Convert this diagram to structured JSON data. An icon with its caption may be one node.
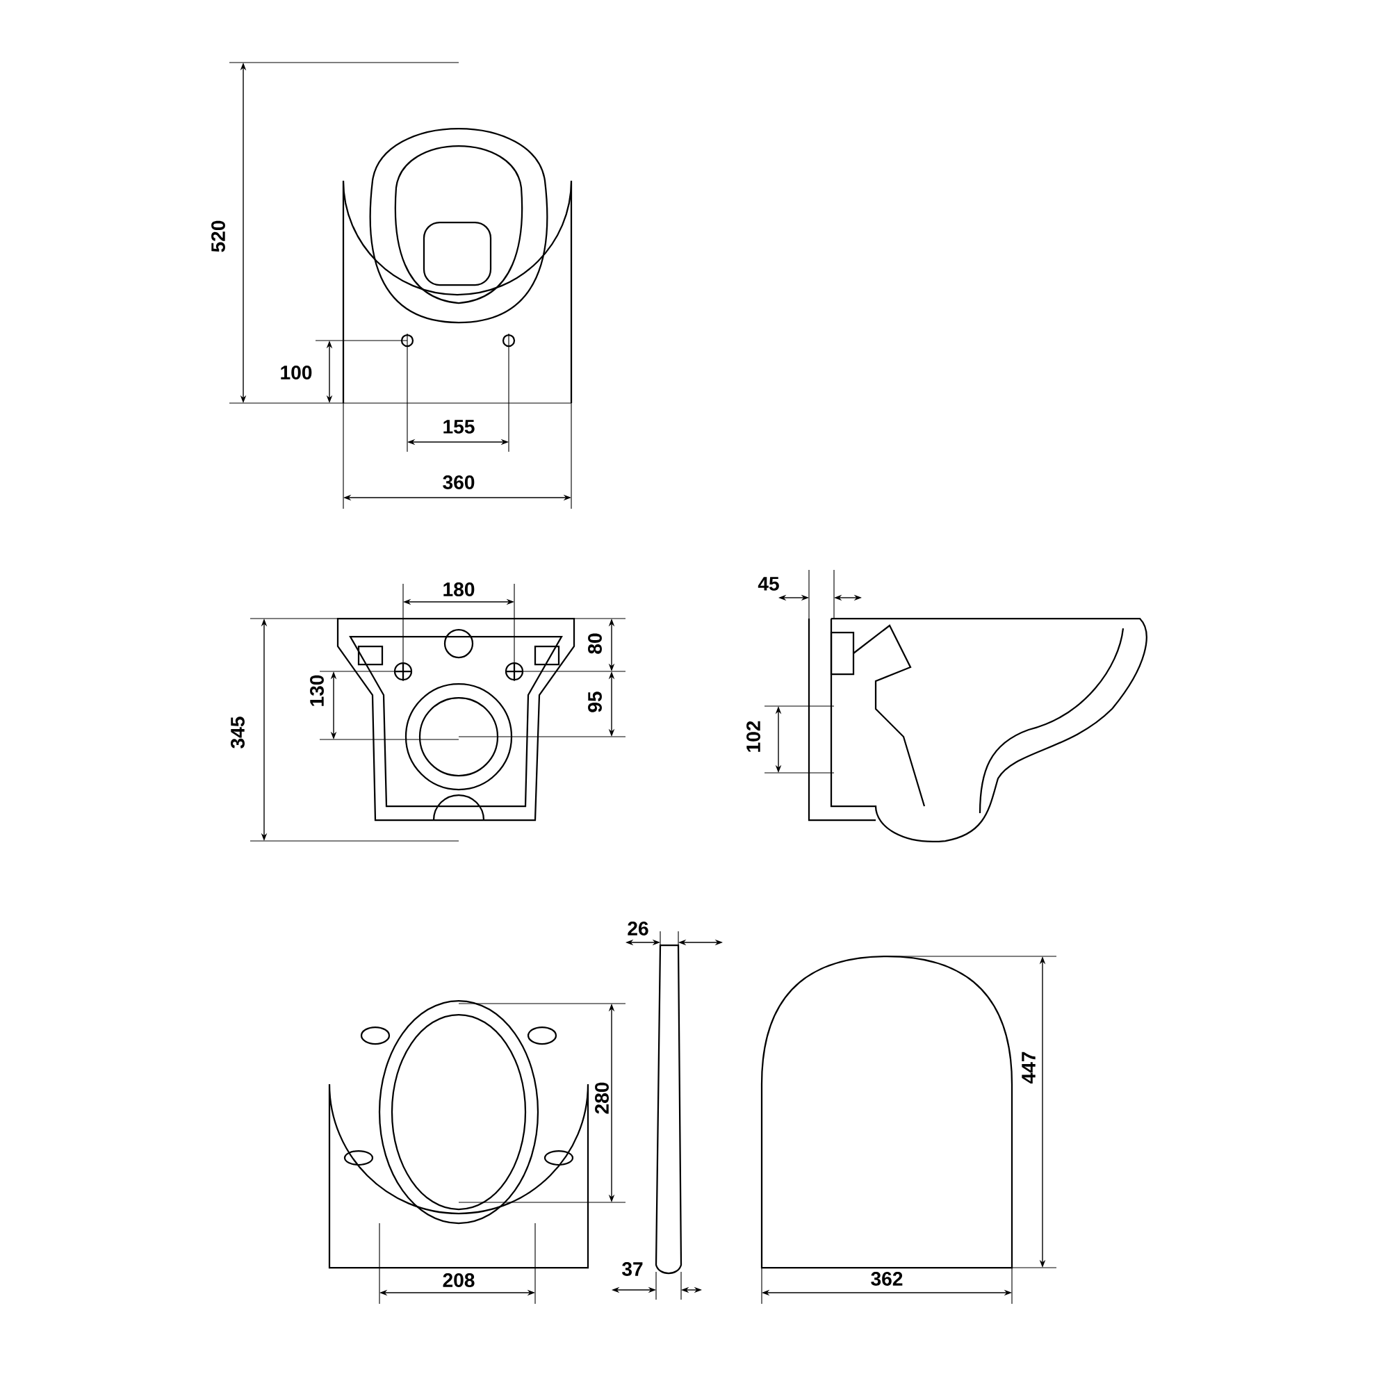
{
  "diagram": {
    "labels": [
      "520",
      "100",
      "155",
      "360",
      "180",
      "45",
      "80",
      "130",
      "95",
      "345",
      "102",
      "26",
      "280",
      "447",
      "208",
      "37",
      "362"
    ]
  }
}
